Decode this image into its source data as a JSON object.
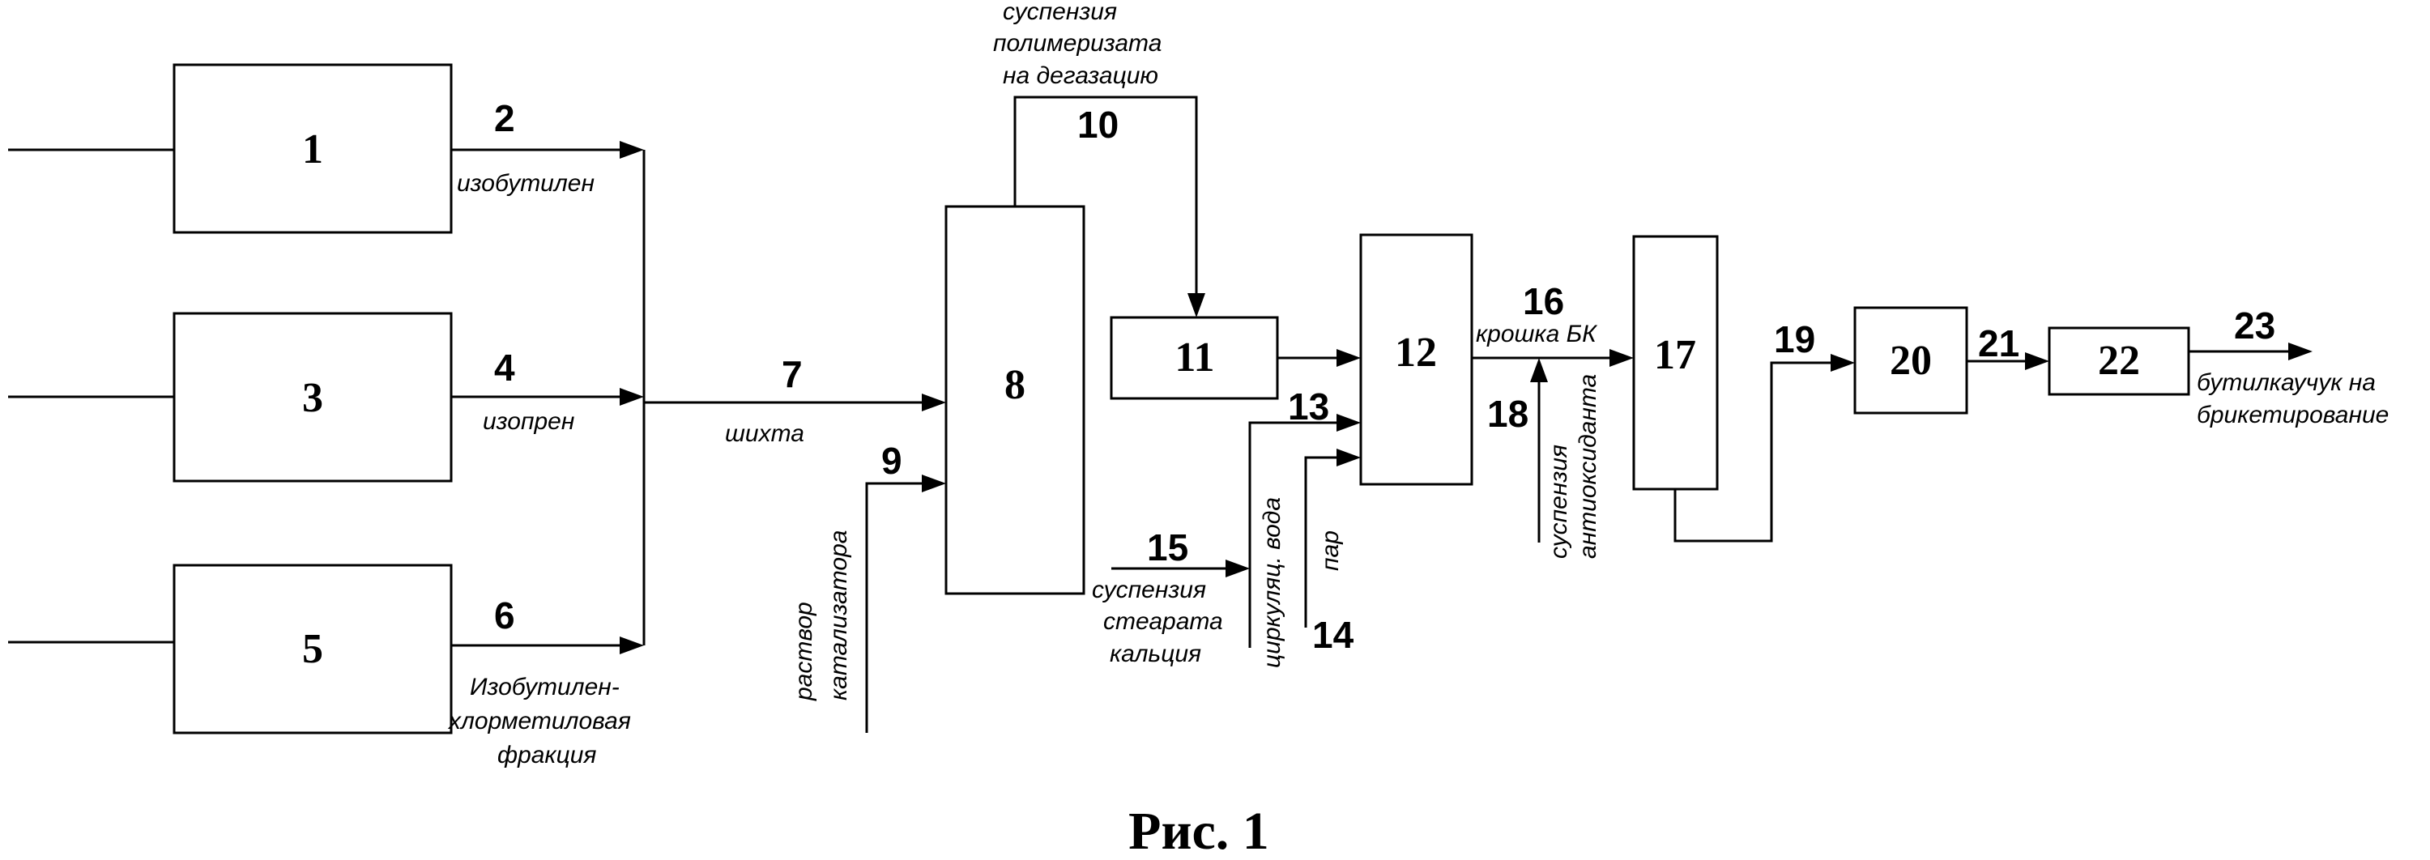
{
  "blocks": {
    "b1": "1",
    "b3": "3",
    "b5": "5",
    "b8": "8",
    "b11": "11",
    "b12": "12",
    "b17": "17",
    "b20": "20",
    "b22": "22"
  },
  "streams": {
    "s2": "2",
    "s4": "4",
    "s6": "6",
    "s7": "7",
    "s9": "9",
    "s10": "10",
    "s13": "13",
    "s14": "14",
    "s15": "15",
    "s16": "16",
    "s18": "18",
    "s19": "19",
    "s21": "21",
    "s23": "23"
  },
  "labels": {
    "isobutylene": "изобутилен",
    "isoprene": "изопрен",
    "fraction_1": "Изобутилен-",
    "fraction_2": "хлорметиловая",
    "fraction_3": "фракция",
    "charge": "шихта",
    "catalyst_1": "раствор",
    "catalyst_2": "катализатора",
    "degas_1": "суспензия",
    "degas_2": "полимеризата",
    "degas_3": "на дегазацию",
    "stearate_1": "суспензия",
    "stearate_2": "стеарата",
    "stearate_3": "кальция",
    "circ_water": "циркуляц. вода",
    "steam": "пар",
    "crumb": "крошка БК",
    "antiox_1": "суспензия",
    "antiox_2": "антиоксиданта",
    "product_1": "бутилкаучук на",
    "product_2": "брикетирование"
  },
  "caption": "Рис. 1"
}
